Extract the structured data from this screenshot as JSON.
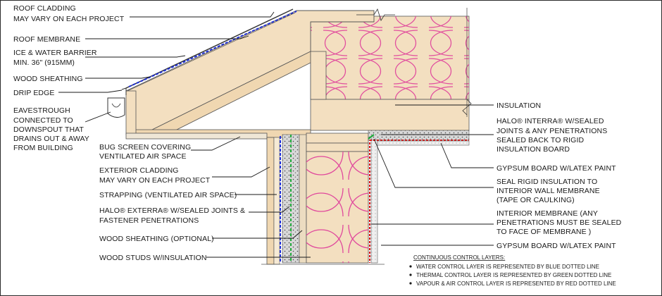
{
  "labels": {
    "roof_cladding": [
      "ROOF CLADDING",
      "MAY VARY ON EACH PROJECT"
    ],
    "roof_membrane": [
      "ROOF MEMBRANE"
    ],
    "ice_water": [
      "ICE & WATER BARRIER",
      "MIN. 36\" (915MM)"
    ],
    "wood_sheathing_roof": [
      "WOOD SHEATHING"
    ],
    "drip_edge": [
      "DRIP EDGE"
    ],
    "eavestrough": [
      "EAVESTROUGH",
      "CONNECTED TO",
      "DOWNSPOUT THAT",
      "DRAINS OUT & AWAY",
      "FROM BUILDING"
    ],
    "bug_screen": [
      "BUG SCREEN COVERING",
      "VENTILATED AIR SPACE"
    ],
    "exterior_cladding": [
      "EXTERIOR CLADDING",
      "MAY VARY ON EACH PROJECT"
    ],
    "strapping": [
      "STRAPPING (VENTILATED AIR SPACE)"
    ],
    "halo_exterra": [
      "HALO® EXTERRA® W/SEALED JOINTS &",
      "FASTENER PENETRATIONS"
    ],
    "wood_sheathing_wall": [
      "WOOD SHEATHING (OPTIONAL)"
    ],
    "wood_studs": [
      "WOOD STUDS W/INSULATION"
    ],
    "insulation": [
      "INSULATION"
    ],
    "halo_interra": [
      "HALO® INTERRA® W/SEALED",
      "JOINTS & ANY PENETRATIONS",
      "SEALED BACK TO RIGID",
      "INSULATION BOARD"
    ],
    "gypsum_ceiling": [
      "GYPSUM BOARD W/LATEX PAINT"
    ],
    "seal_rigid": [
      "SEAL RIGID INSULATION TO",
      "INTERIOR WALL MEMBRANE",
      "(TAPE OR CAULKING)"
    ],
    "interior_membrane": [
      "INTERIOR MEMBRANE (ANY",
      "PENETRATIONS MUST BE SEALED",
      "TO FACE OF MEMBRANE )"
    ],
    "gypsum_wall": [
      "GYPSUM BOARD W/LATEX PAINT"
    ]
  },
  "legend": {
    "title": "CONTINUOUS CONTROL LAYERS:",
    "items": [
      "WATER CONTROL LAYER IS REPRESENTED BY BLUE DOTTED LINE",
      "THERMAL CONTROL LAYER IS REPRESENTED BY GREEN DOTTED LINE",
      "VAPOUR & AIR CONTROL LAYER IS REPRESENTED BY RED DOTTED LINE"
    ]
  },
  "colors": {
    "water_control": "#1f2fd6",
    "thermal_control": "#1fa83a",
    "vapour_air_control": "#e01515",
    "insulation_batt": "#e0489c",
    "lumber_fill": "#f3dfc0"
  }
}
